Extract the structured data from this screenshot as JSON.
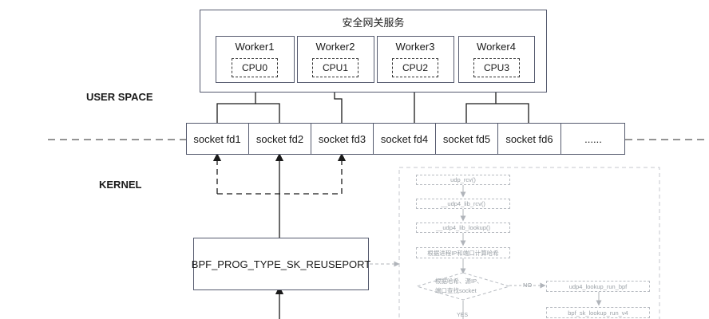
{
  "service": {
    "title": "安全网关服务",
    "workers": [
      {
        "name": "Worker1",
        "cpu": "CPU0"
      },
      {
        "name": "Worker2",
        "cpu": "CPU1"
      },
      {
        "name": "Worker3",
        "cpu": "CPU2"
      },
      {
        "name": "Worker4",
        "cpu": "CPU3"
      }
    ]
  },
  "labels": {
    "user_space": "USER SPACE",
    "kernel": "KERNEL"
  },
  "sockets": [
    "socket fd1",
    "socket fd2",
    "socket fd3",
    "socket fd4",
    "socket fd5",
    "socket fd6",
    "......"
  ],
  "bpf": "BPF_PROG_TYPE_SK_REUSEPORT",
  "flow": {
    "udp_rcv": "udp_rcv()",
    "udp4_lib_rcv": "__udp4_lib_rcv()",
    "udp4_lib_lookup": "__udp4_lib_lookup()",
    "hash_calc": "根据进程IP和端口计算哈希",
    "decision_line1": "根据哈希、源IP、",
    "decision_line2": "端口查找socket",
    "no": "NO",
    "yes": "YES",
    "lookup_run_bpf": "udp4_lookup_run_bpf",
    "sk_lookup_run_v4": "bpf_sk_lookup_run_v4"
  }
}
